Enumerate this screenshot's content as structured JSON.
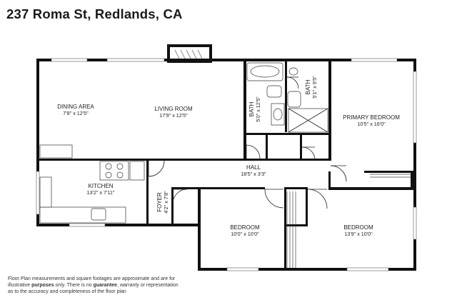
{
  "title": "237 Roma St, Redlands, CA",
  "rooms": {
    "dining": {
      "name": "DINING AREA",
      "size": "7'8\" x 12'5\""
    },
    "living": {
      "name": "LIVING ROOM",
      "size": "17'9\" x 12'5\""
    },
    "kitchen": {
      "name": "KITCHEN",
      "size": "13'2\" x 7'11\""
    },
    "foyer": {
      "name": "FOYER",
      "size": "4'2\" x 7'8\""
    },
    "bath1": {
      "name": "BATH",
      "size": "5'0\" x 12'5\""
    },
    "bath2": {
      "name": "BATH",
      "size": "5'1\" x 9'5\""
    },
    "primary": {
      "name": "PRIMARY BEDROOM",
      "size": "10'5\" x 16'0\""
    },
    "hall": {
      "name": "HALL",
      "size": "18'5\" x 3'3\""
    },
    "bedroom1": {
      "name": "BEDROOM",
      "size": "10'0\" x 10'0\""
    },
    "bedroom2": {
      "name": "BEDROOM",
      "size": "13'9\" x 10'0\""
    }
  },
  "disclaimer": {
    "line1": "Floor Plan measurements and square footages are approximate and are for",
    "line2_a": "illustrative ",
    "line2_b": "purposes",
    "line2_c": " only. There is no ",
    "line2_d": "guarantee",
    "line2_e": ", warranty or representation",
    "line3": "as to the accuracy and completeness of the floor plan"
  }
}
